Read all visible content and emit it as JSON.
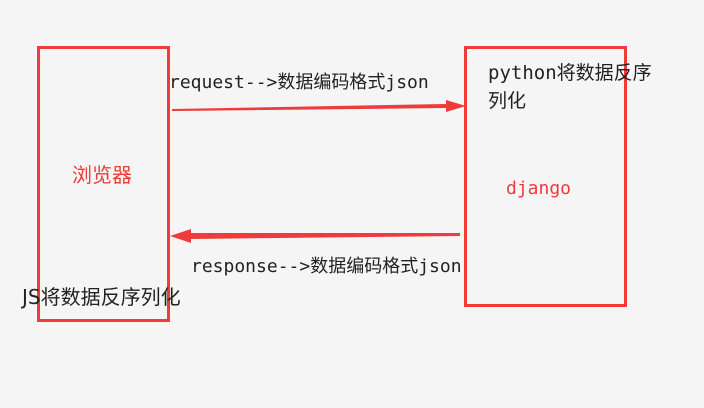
{
  "browser": {
    "label": "浏览器"
  },
  "server": {
    "label": "django",
    "deserialize_line1": "python将数据反序",
    "deserialize_line2": "列化"
  },
  "request": {
    "label": "request-->数据编码格式json"
  },
  "response": {
    "label": "response-->数据编码格式json"
  },
  "client": {
    "deserialize_label": "JS将数据反序列化"
  },
  "colors": {
    "accent": "#ef3b3b",
    "background": "#f5f5f5",
    "text": "#222222"
  }
}
